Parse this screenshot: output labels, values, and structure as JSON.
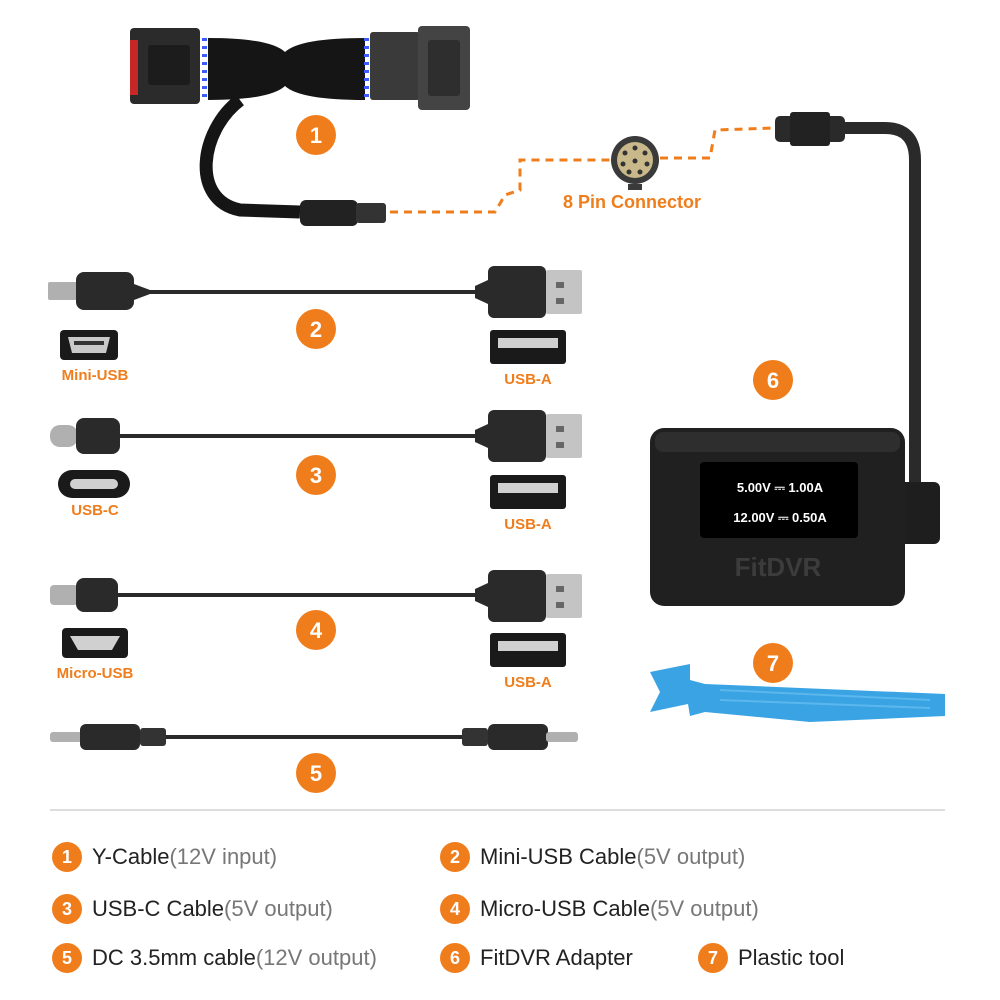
{
  "connector_label": "8 Pin Connector",
  "badges": [
    "1",
    "2",
    "3",
    "4",
    "5",
    "6",
    "7"
  ],
  "port_labels": {
    "mini_usb": "Mini-USB",
    "usb_c": "USB-C",
    "micro_usb": "Micro-USB",
    "usb_a": "USB-A"
  },
  "adapter": {
    "line1": "5.00V ⎓ 1.00A",
    "line2": "12.00V ⎓ 0.50A",
    "brand": "FitDVR"
  },
  "legend": [
    {
      "num": "1",
      "name": "Y-Cable",
      "note": "(12V input)"
    },
    {
      "num": "2",
      "name": "Mini-USB Cable",
      "note": "(5V output)"
    },
    {
      "num": "3",
      "name": "USB-C Cable",
      "note": "(5V output)"
    },
    {
      "num": "4",
      "name": "Micro-USB Cable",
      "note": "(5V output)"
    },
    {
      "num": "5",
      "name": "DC 3.5mm cable",
      "note": "(12V output)"
    },
    {
      "num": "6",
      "name": "FitDVR Adapter",
      "note": ""
    },
    {
      "num": "7",
      "name": "Plastic tool",
      "note": ""
    }
  ],
  "colors": {
    "accent": "#f07d1c",
    "cable": "#2a2a2a",
    "tool": "#3aa3e3"
  }
}
